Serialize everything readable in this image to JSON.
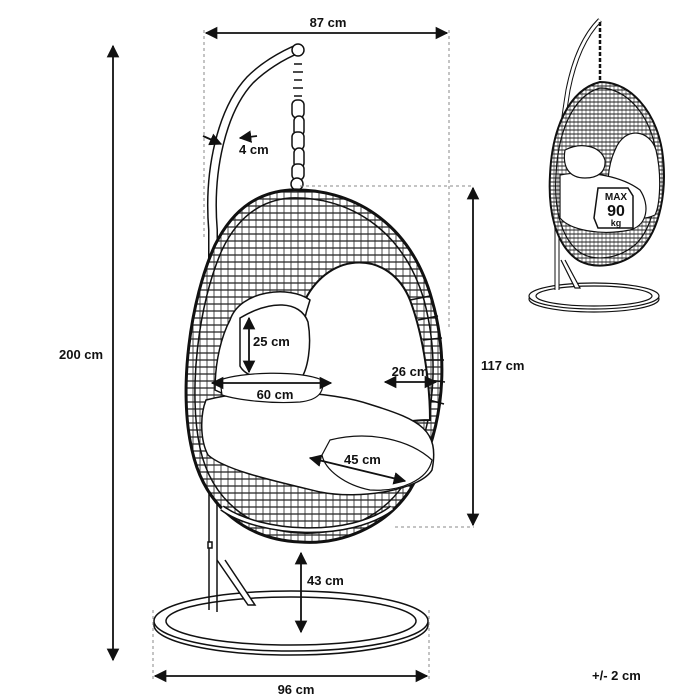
{
  "dimensions": {
    "width_top": "87 cm",
    "pipe": "4 cm",
    "total_height": "200 cm",
    "cushion_height": "25 cm",
    "seat_width": "60 cm",
    "opening": "26 cm",
    "chair_height": "117 cm",
    "seat_depth": "45 cm",
    "ground_clearance": "43 cm",
    "base_width": "96 cm",
    "tolerance": "+/- 2 cm"
  },
  "capacity_badge": {
    "line1": "MAX",
    "line2": "90",
    "line3": "kg"
  },
  "colors": {
    "line": "#111111",
    "dashed": "#888888",
    "background": "#ffffff"
  }
}
